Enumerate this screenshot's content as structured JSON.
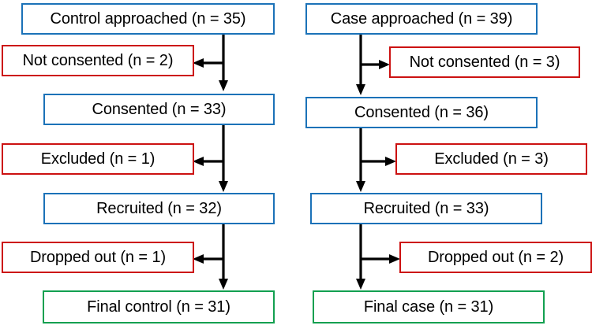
{
  "figure": {
    "type": "flowchart",
    "kind": "participant-flow-diagram",
    "columns": [
      {
        "id": "control",
        "nodes": [
          {
            "id": "control-approached",
            "label": "Control approached (n = 35)",
            "n": 35,
            "color": "#1b72b8",
            "role": "primary"
          },
          {
            "id": "control-not-consented",
            "label": "Not consented (n = 2)",
            "n": 2,
            "color": "#cc1111",
            "role": "exclusion"
          },
          {
            "id": "control-consented",
            "label": "Consented (n = 33)",
            "n": 33,
            "color": "#1b72b8",
            "role": "primary"
          },
          {
            "id": "control-excluded",
            "label": "Excluded (n = 1)",
            "n": 1,
            "color": "#cc1111",
            "role": "exclusion"
          },
          {
            "id": "control-recruited",
            "label": "Recruited (n = 32)",
            "n": 32,
            "color": "#1b72b8",
            "role": "primary"
          },
          {
            "id": "control-dropped-out",
            "label": "Dropped out (n = 1)",
            "n": 1,
            "color": "#cc1111",
            "role": "exclusion"
          },
          {
            "id": "control-final",
            "label": "Final control (n = 31)",
            "n": 31,
            "color": "#12a050",
            "role": "final"
          }
        ]
      },
      {
        "id": "case",
        "nodes": [
          {
            "id": "case-approached",
            "label": "Case approached (n = 39)",
            "n": 39,
            "color": "#1b72b8",
            "role": "primary"
          },
          {
            "id": "case-not-consented",
            "label": "Not consented (n = 3)",
            "n": 3,
            "color": "#cc1111",
            "role": "exclusion"
          },
          {
            "id": "case-consented",
            "label": "Consented (n = 36)",
            "n": 36,
            "color": "#1b72b8",
            "role": "primary"
          },
          {
            "id": "case-excluded",
            "label": "Excluded (n = 3)",
            "n": 3,
            "color": "#cc1111",
            "role": "exclusion"
          },
          {
            "id": "case-recruited",
            "label": "Recruited (n = 33)",
            "n": 33,
            "color": "#1b72b8",
            "role": "primary"
          },
          {
            "id": "case-dropped-out",
            "label": "Dropped out (n = 2)",
            "n": 2,
            "color": "#cc1111",
            "role": "exclusion"
          },
          {
            "id": "case-final",
            "label": "Final case (n = 31)",
            "n": 31,
            "color": "#12a050",
            "role": "final"
          }
        ]
      }
    ],
    "colors": {
      "primary_border": "#1b72b8",
      "exclusion_border": "#cc1111",
      "final_border": "#12a050",
      "connector": "#000000",
      "text": "#000000",
      "background": "#ffffff"
    }
  }
}
